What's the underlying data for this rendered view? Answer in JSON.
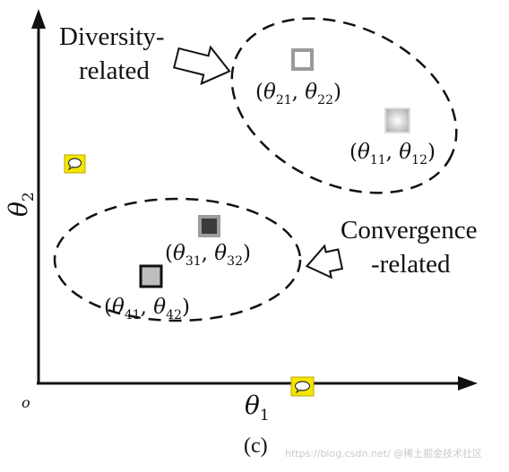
{
  "axes": {
    "origin_label": "o",
    "x_axis": {
      "symbol": "θ",
      "subscript": "1"
    },
    "y_axis": {
      "symbol": "θ",
      "subscript": "2"
    }
  },
  "groups": {
    "diversity": {
      "label_line1": "Diversity-",
      "label_line2": "related"
    },
    "convergence": {
      "label_line1": "Convergence",
      "label_line2": "-related"
    }
  },
  "points": [
    {
      "name": "theta-2",
      "label": "(θ21, θ22)",
      "sym_a": "θ",
      "sub_a": "21",
      "sep": ", ",
      "sym_b": "θ",
      "sub_b": "22",
      "fill": "#ffffff",
      "stroke": "#9a9a9a"
    },
    {
      "name": "theta-1",
      "label": "(θ11, θ12)",
      "sym_a": "θ",
      "sub_a": "11",
      "sep": ", ",
      "sym_b": "θ",
      "sub_b": "12",
      "fill": "#c8c8c8",
      "stroke": "#e0e0e0"
    },
    {
      "name": "theta-3",
      "label": "(θ31, θ32)",
      "sym_a": "θ",
      "sub_a": "31",
      "sep": ", ",
      "sym_b": "θ",
      "sub_b": "32",
      "fill": "#3a3a3a",
      "stroke": "#999999"
    },
    {
      "name": "theta-4",
      "label": "(θ41, θ42)",
      "sym_a": "θ",
      "sub_a": "41",
      "sep": ", ",
      "sym_b": "θ",
      "sub_b": "42",
      "fill": "#bdbdbd",
      "stroke": "#111111"
    }
  ],
  "caption": "(c)",
  "watermark": "https://blog.csdn.net/  @稀土掘金技术社区",
  "icons": [
    "comment-icon",
    "comment-icon"
  ],
  "colors": {
    "axis": "#111111",
    "icon_bg": "#f5e600"
  }
}
